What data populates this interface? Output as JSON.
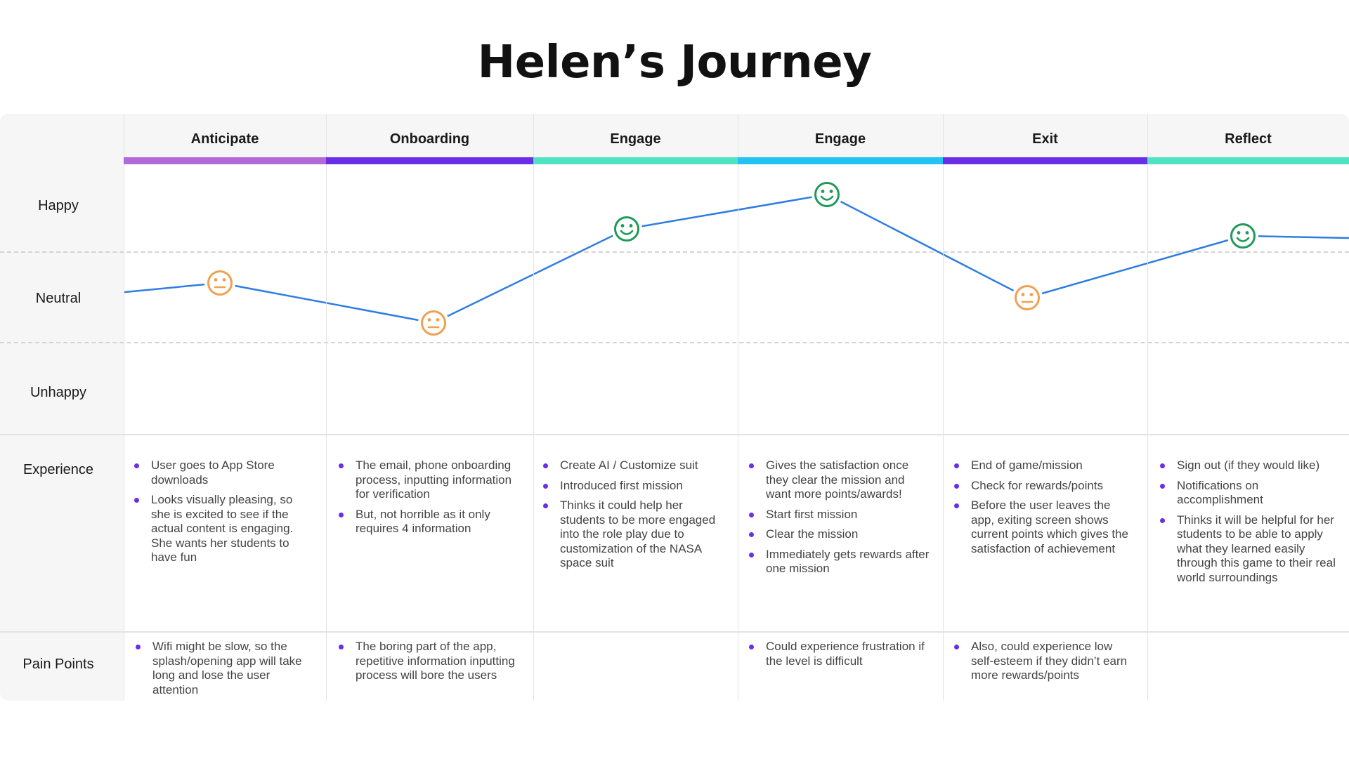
{
  "title": "Helen’s Journey",
  "stages": [
    {
      "label": "Anticipate",
      "color": "#b36ad9"
    },
    {
      "label": "Onboarding",
      "color": "#6a2ee8"
    },
    {
      "label": "Engage",
      "color": "#4fe3c4"
    },
    {
      "label": "Engage",
      "color": "#22c3f3"
    },
    {
      "label": "Exit",
      "color": "#6a2ee8"
    },
    {
      "label": "Reflect",
      "color": "#4fe3c4"
    }
  ],
  "row_labels": {
    "happy": "Happy",
    "neutral": "Neutral",
    "unhappy": "Unhappy",
    "experience": "Experience",
    "pain_points": "Pain Points"
  },
  "emotion_points": [
    {
      "stage": 0,
      "mood": "neutral"
    },
    {
      "stage": 1,
      "mood": "neutral"
    },
    {
      "stage": 2,
      "mood": "happy"
    },
    {
      "stage": 3,
      "mood": "happy"
    },
    {
      "stage": 4,
      "mood": "neutral"
    },
    {
      "stage": 5,
      "mood": "happy"
    }
  ],
  "colors": {
    "line": "#2f7de1",
    "happy_face": "#1f9a58",
    "neutral_face": "#f0a050",
    "bullet": "#6a2ee8"
  },
  "experience": [
    [
      "User goes to App Store downloads",
      "Looks visually pleasing, so she is excited to see if the actual content is engaging. She wants her students to have fun"
    ],
    [
      "The email, phone onboarding process, inputting information for verification",
      "But, not horrible as it only requires 4 information"
    ],
    [
      "Create AI / Customize suit",
      "Introduced first mission",
      "Thinks it could help her students to be more engaged into the role play due to customization of the NASA space suit"
    ],
    [
      "Gives the satisfaction once they clear the mission and want more points/awards!",
      "Start first mission",
      "Clear the mission",
      "Immediately gets rewards after one mission"
    ],
    [
      "End of game/mission",
      "Check for rewards/points",
      "Before the user leaves the app, exiting screen shows current points which gives the satisfaction of achievement"
    ],
    [
      "Sign out (if they would like)",
      "Notifications on accomplishment",
      "Thinks it will be helpful for her students to be able to apply what they learned easily through this game to their real world surroundings"
    ]
  ],
  "pain_points": [
    [
      "Wifi might be slow, so the splash/opening app will take long and lose the user attention"
    ],
    [
      "The boring part of the app, repetitive information inputting process will bore the users"
    ],
    [],
    [
      "Could experience frustration if the level is difficult"
    ],
    [
      "Also, could experience low self-esteem if they didn’t earn more rewards/points"
    ],
    []
  ]
}
